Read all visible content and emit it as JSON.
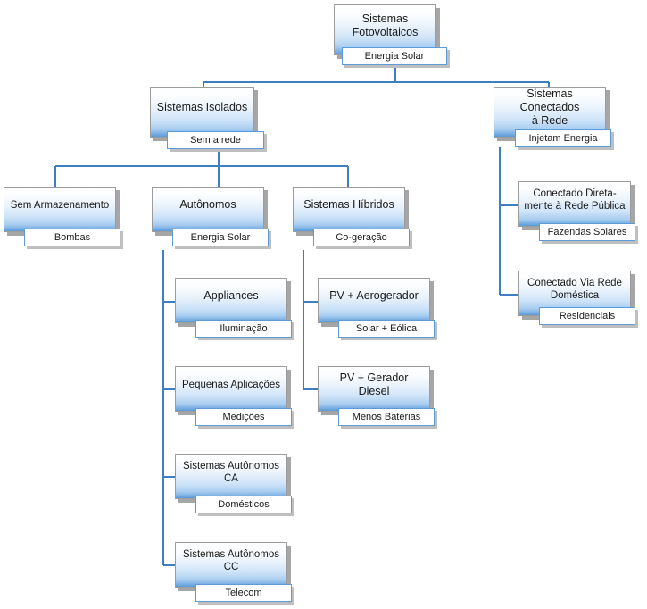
{
  "diagram": {
    "title": "Classificacao de Sistemas Fotovoltaicos",
    "language": "pt-BR",
    "accent_color": "#5b9bd9",
    "border_color": "#9c9c9c",
    "shadow_color": "#a6a6a6",
    "text_color": "#1a1a1a",
    "background": "#ffffff"
  },
  "nodes": {
    "root": {
      "title": "Sistemas\nFotovoltaicos",
      "sub": "Energia Solar"
    },
    "isolados": {
      "title": "Sistemas Isolados",
      "sub": "Sem a rede"
    },
    "conectados": {
      "title": "Sistemas Conectados\nà Rede",
      "sub": "Injetam Energia"
    },
    "sem_armazenamento": {
      "title": "Sem Armazenamento",
      "sub": "Bombas"
    },
    "autonomos": {
      "title": "Autônomos",
      "sub": "Energia Solar"
    },
    "hibridos": {
      "title": "Sistemas Híbridos",
      "sub": "Co-geração"
    },
    "appliances": {
      "title": "Appliances",
      "sub": "Iluminação"
    },
    "pequenas": {
      "title": "Pequenas Aplicações",
      "sub": "Medições"
    },
    "autonomos_ca": {
      "title": "Sistemas Autônomos\nCA",
      "sub": "Domésticos"
    },
    "autonomos_cc": {
      "title": "Sistemas Autônomos\nCC",
      "sub": "Telecom"
    },
    "pv_aerogerador": {
      "title": "PV + Aerogerador",
      "sub": "Solar + Eólica"
    },
    "pv_diesel": {
      "title": "PV + Gerador Diesel",
      "sub": "Menos Baterias"
    },
    "conectado_direto": {
      "title": "Conectado Direta-\nmente à Rede Pública",
      "sub": "Fazendas Solares"
    },
    "conectado_domestica": {
      "title": "Conectado Via Rede\nDoméstica",
      "sub": "Residenciais"
    }
  }
}
